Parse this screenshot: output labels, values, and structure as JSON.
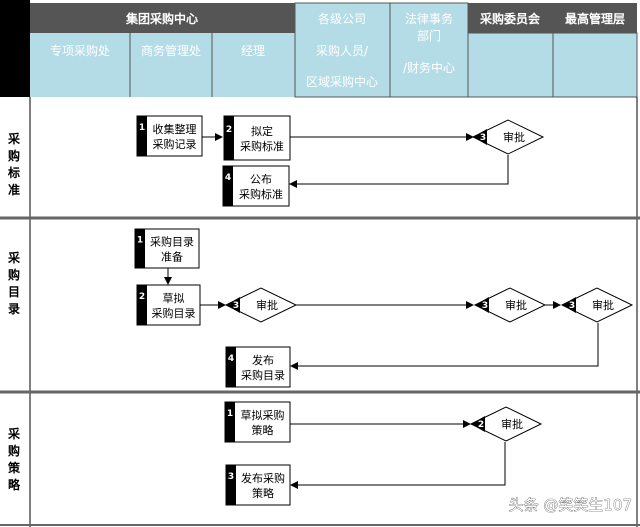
{
  "header": {
    "group_center": "集团采购中心",
    "sub": [
      "专项采购处",
      "商务管理处",
      "经理"
    ],
    "company": [
      "各级公司",
      "采购人员/",
      "区域采购中心"
    ],
    "legal": [
      "法律事务",
      "部门",
      "/财务中心"
    ],
    "committee": "采购委员会",
    "top_mgmt": "最高管理层"
  },
  "rows": [
    {
      "label": [
        "采",
        "购",
        "标",
        "准"
      ],
      "nodes": [
        {
          "num": "1",
          "lines": [
            "收集整理",
            "采购记录"
          ]
        },
        {
          "num": "2",
          "lines": [
            "拟定",
            "采购标准"
          ]
        },
        {
          "num": "3",
          "lines": [
            "审批"
          ]
        },
        {
          "num": "4",
          "lines": [
            "公布",
            "采购标准"
          ]
        }
      ]
    },
    {
      "label": [
        "采",
        "购",
        "目",
        "录"
      ],
      "nodes": [
        {
          "num": "1",
          "lines": [
            "采购目录",
            "准备"
          ]
        },
        {
          "num": "2",
          "lines": [
            "草拟",
            "采购目录"
          ]
        },
        {
          "num": "3",
          "lines": [
            "审批"
          ]
        },
        {
          "num": "3",
          "lines": [
            "审批"
          ]
        },
        {
          "num": "3",
          "lines": [
            "审批"
          ]
        },
        {
          "num": "4",
          "lines": [
            "发布",
            "采购目录"
          ]
        }
      ]
    },
    {
      "label": [
        "采",
        "购",
        "策",
        "略"
      ],
      "nodes": [
        {
          "num": "1",
          "lines": [
            "草拟采购",
            "策略"
          ]
        },
        {
          "num": "2",
          "lines": [
            "审批"
          ]
        },
        {
          "num": "3",
          "lines": [
            "发布采购",
            "策略"
          ]
        }
      ]
    }
  ],
  "watermark": "头条 @笑笑生107",
  "colors": {
    "header_dark": "#555555",
    "header_light": "#b4dce6",
    "divider": "#666666"
  }
}
